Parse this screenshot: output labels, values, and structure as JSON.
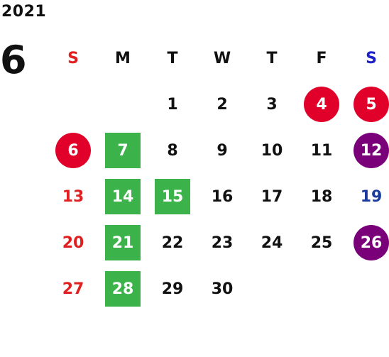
{
  "calendar": {
    "year": "2021",
    "month": "6",
    "weekdays": [
      {
        "label": "S",
        "color": "#e02020"
      },
      {
        "label": "M",
        "color": "#111111"
      },
      {
        "label": "T",
        "color": "#111111"
      },
      {
        "label": "W",
        "color": "#111111"
      },
      {
        "label": "T",
        "color": "#111111"
      },
      {
        "label": "F",
        "color": "#111111"
      },
      {
        "label": "S",
        "color": "#1e22c8"
      }
    ],
    "weeks": [
      [
        null,
        null,
        {
          "day": "1"
        },
        {
          "day": "2"
        },
        {
          "day": "3"
        },
        {
          "day": "4",
          "style": "red-circle"
        },
        {
          "day": "5",
          "style": "red-circle"
        }
      ],
      [
        {
          "day": "6",
          "style": "red-circle"
        },
        {
          "day": "7",
          "style": "green-box"
        },
        {
          "day": "8"
        },
        {
          "day": "9"
        },
        {
          "day": "10"
        },
        {
          "day": "11"
        },
        {
          "day": "12",
          "style": "purple-circle"
        }
      ],
      [
        {
          "day": "13",
          "style": "red-text"
        },
        {
          "day": "14",
          "style": "green-box"
        },
        {
          "day": "15",
          "style": "green-box"
        },
        {
          "day": "16"
        },
        {
          "day": "17"
        },
        {
          "day": "18"
        },
        {
          "day": "19",
          "style": "blue-text"
        }
      ],
      [
        {
          "day": "20",
          "style": "red-text"
        },
        {
          "day": "21",
          "style": "green-box"
        },
        {
          "day": "22"
        },
        {
          "day": "23"
        },
        {
          "day": "24"
        },
        {
          "day": "25"
        },
        {
          "day": "26",
          "style": "purple-circle"
        }
      ],
      [
        {
          "day": "27",
          "style": "red-text"
        },
        {
          "day": "28",
          "style": "green-box"
        },
        {
          "day": "29"
        },
        {
          "day": "30"
        },
        null,
        null,
        null
      ]
    ],
    "colors": {
      "red_circle": "#e0002a",
      "purple_circle": "#7a007a",
      "green_box": "#3cb34a",
      "sunday_text": "#e02020",
      "saturday_text": "#1a3b9c"
    }
  }
}
